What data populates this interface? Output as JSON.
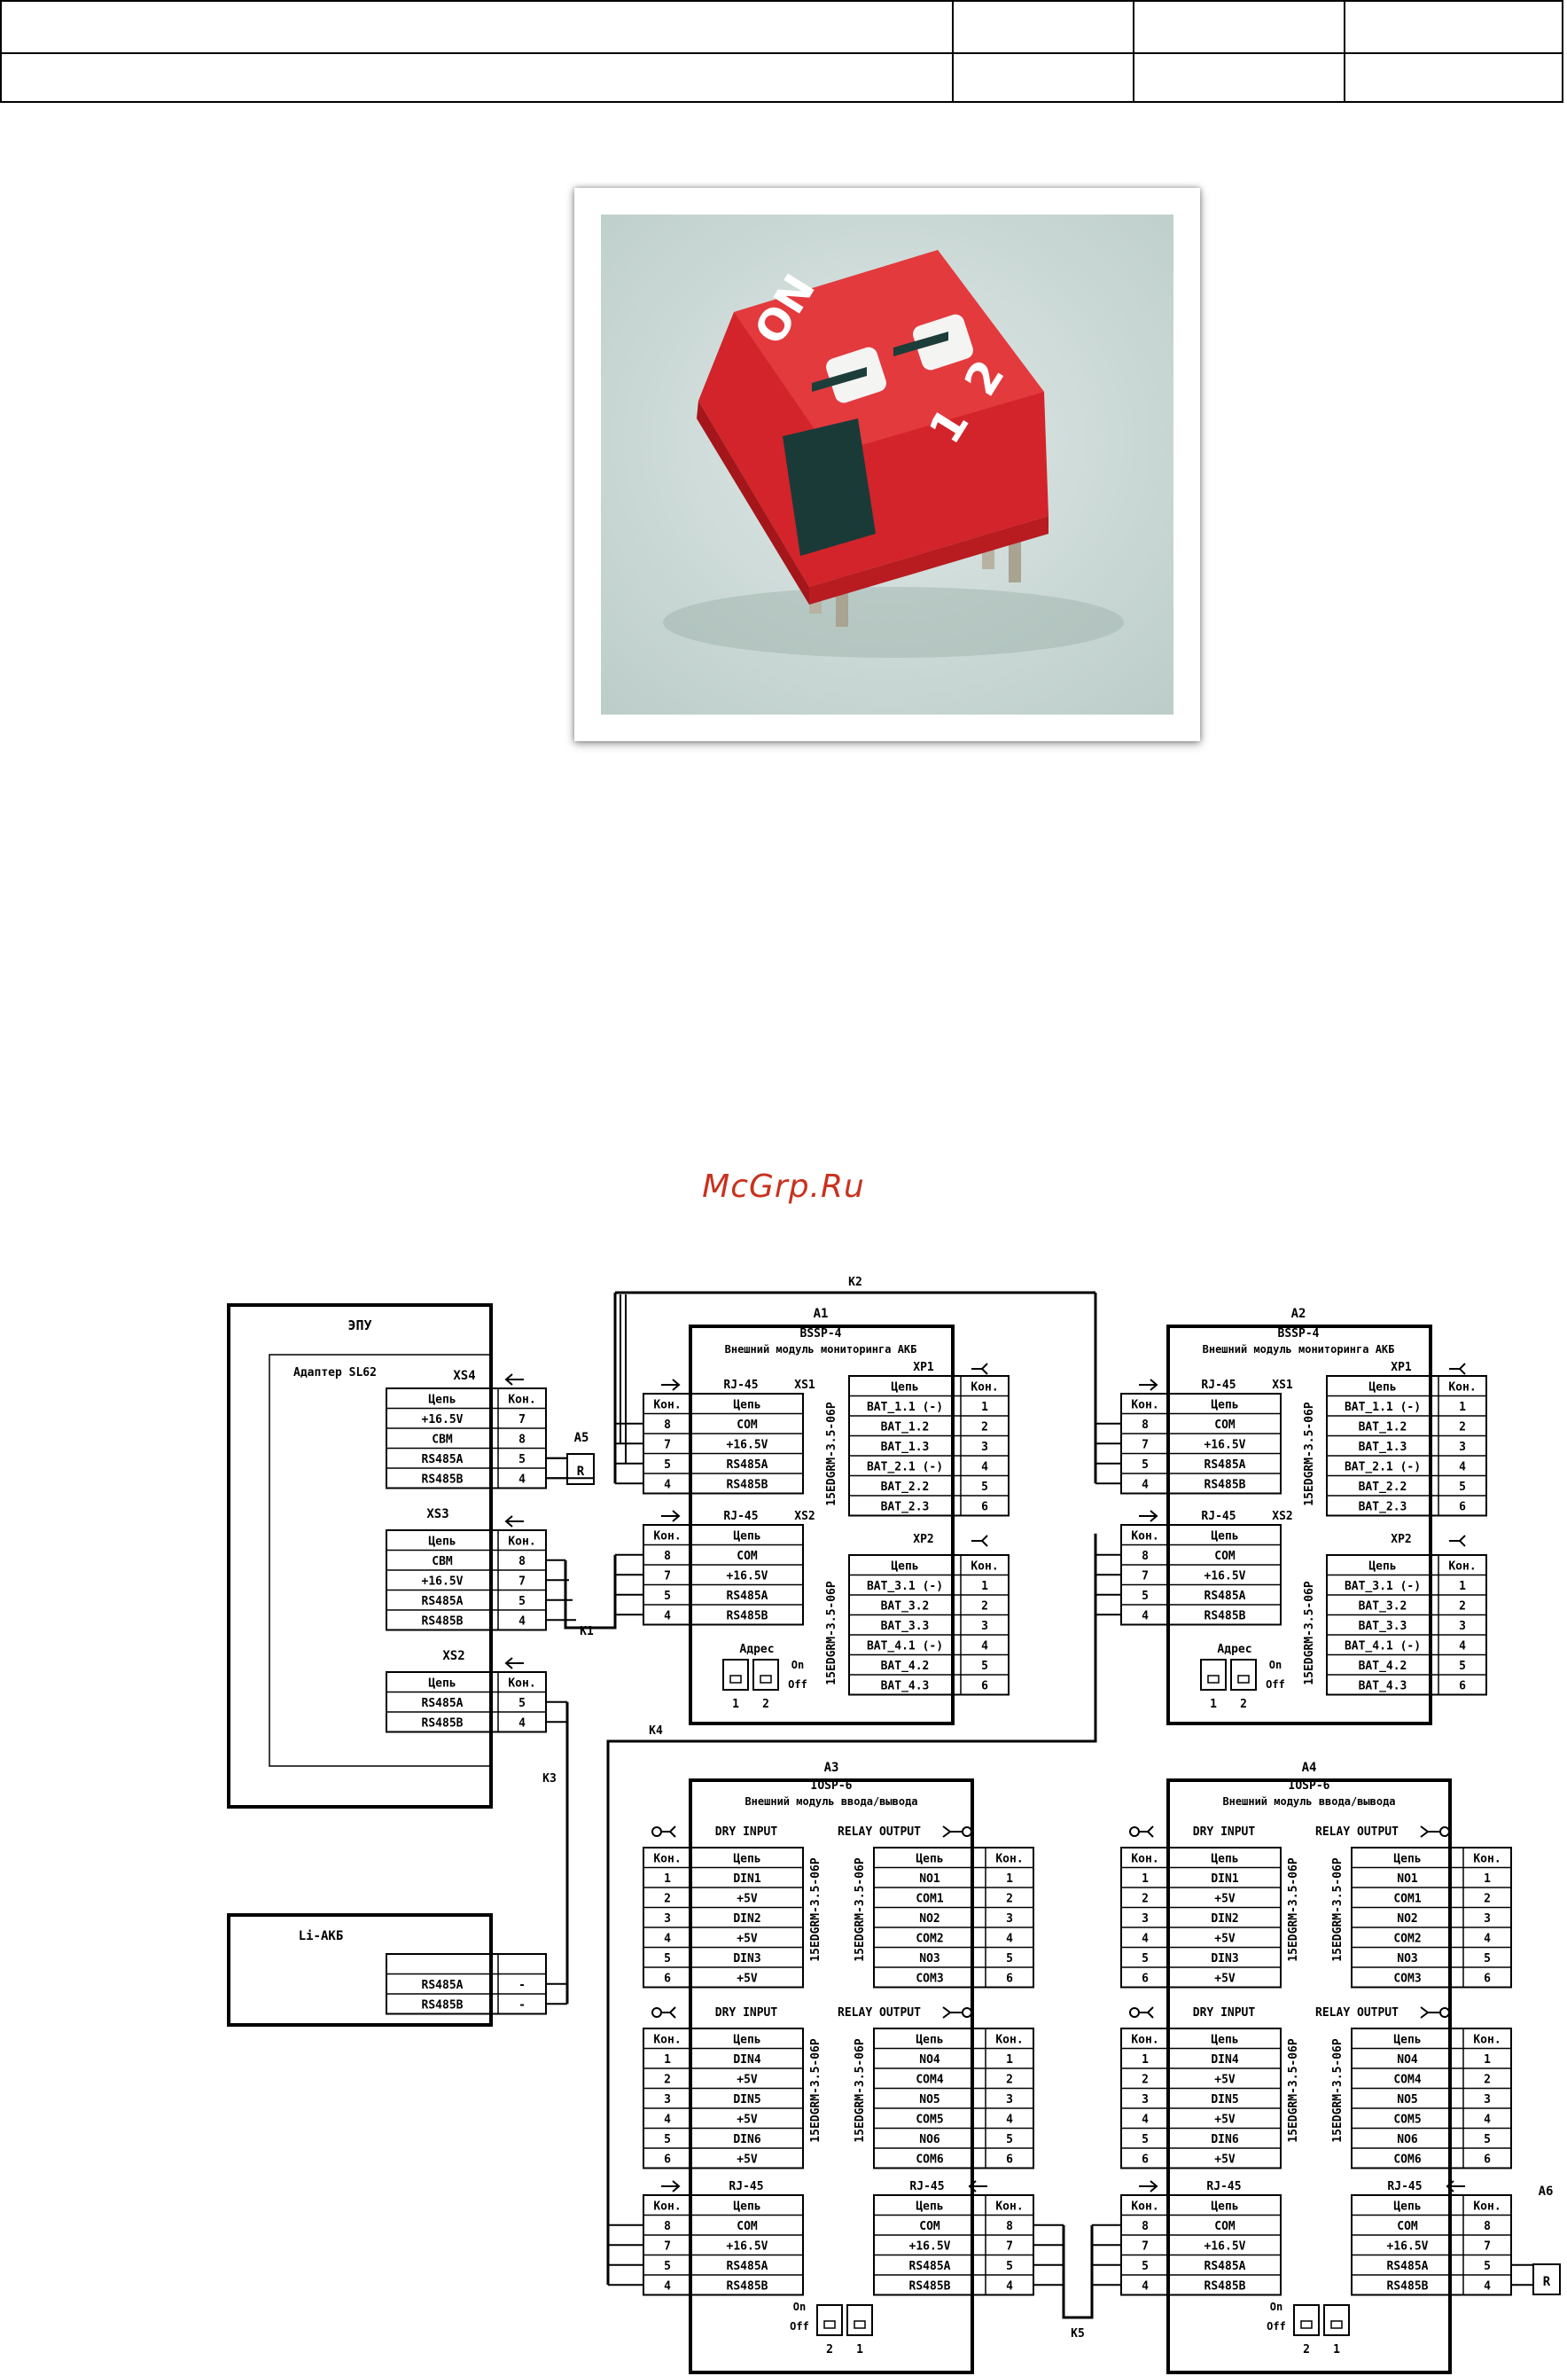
{
  "watermark": "McGrp.Ru",
  "photo": {
    "on_text": "ON",
    "switch_numbers": [
      "1",
      "2"
    ]
  },
  "labels": {
    "epu": "ЭПУ",
    "adapter": "Адаптер SL62",
    "li_akb": "Li-АКБ",
    "tsep": "Цепь",
    "kon": "Кон.",
    "rj45": "RJ-45",
    "address": "Адрес",
    "on": "On",
    "off": "Off",
    "connector_15": "15EDGRM-3.5-06P",
    "dry_input": "DRY INPUT",
    "relay_output": "RELAY OUTPUT",
    "resistor": "R",
    "dash": "-"
  },
  "cables": {
    "k1": "K1",
    "k2": "K2",
    "k3": "K3",
    "k4": "K4",
    "k5": "K5"
  },
  "designators": {
    "a1": "A1",
    "a2": "A2",
    "a3": "A3",
    "a4": "A4",
    "a5": "A5",
    "a6": "A6"
  },
  "modules": {
    "bssp": {
      "name": "BSSP-4",
      "desc": "Внешний модуль мониторинга АКБ"
    },
    "iosp": {
      "name": "IOSP-6",
      "desc": "Внешний модуль ввода/вывода"
    }
  },
  "connectors": {
    "xs1": "XS1",
    "xs2": "XS2",
    "xs3": "XS3",
    "xs4": "XS4",
    "xp1": "XP1",
    "xp2": "XP2"
  },
  "tables": {
    "epu_xs4": [
      [
        "+16.5V",
        "7"
      ],
      [
        "СВМ",
        "8"
      ],
      [
        "RS485A",
        "5"
      ],
      [
        "RS485B",
        "4"
      ]
    ],
    "epu_xs3": [
      [
        "СВМ",
        "8"
      ],
      [
        "+16.5V",
        "7"
      ],
      [
        "RS485A",
        "5"
      ],
      [
        "RS485B",
        "4"
      ]
    ],
    "epu_xs2": [
      [
        "RS485A",
        "5"
      ],
      [
        "RS485B",
        "4"
      ]
    ],
    "li_akb": [
      [
        "RS485A",
        "-"
      ],
      [
        "RS485B",
        "-"
      ]
    ],
    "rj45_bssp": [
      [
        "8",
        "COM"
      ],
      [
        "7",
        "+16.5V"
      ],
      [
        "5",
        "RS485A"
      ],
      [
        "4",
        "RS485B"
      ]
    ],
    "xp1": [
      [
        "BAT_1.1 (-)",
        "1"
      ],
      [
        "BAT_1.2",
        "2"
      ],
      [
        "BAT_1.3",
        "3"
      ],
      [
        "BAT_2.1 (-)",
        "4"
      ],
      [
        "BAT_2.2",
        "5"
      ],
      [
        "BAT_2.3",
        "6"
      ]
    ],
    "xp2": [
      [
        "BAT_3.1 (-)",
        "1"
      ],
      [
        "BAT_3.2",
        "2"
      ],
      [
        "BAT_3.3",
        "3"
      ],
      [
        "BAT_4.1 (-)",
        "4"
      ],
      [
        "BAT_4.2",
        "5"
      ],
      [
        "BAT_4.3",
        "6"
      ]
    ],
    "dry1": [
      [
        "1",
        "DIN1"
      ],
      [
        "2",
        "+5V"
      ],
      [
        "3",
        "DIN2"
      ],
      [
        "4",
        "+5V"
      ],
      [
        "5",
        "DIN3"
      ],
      [
        "6",
        "+5V"
      ]
    ],
    "relay1": [
      [
        "NO1",
        "1"
      ],
      [
        "COM1",
        "2"
      ],
      [
        "NO2",
        "3"
      ],
      [
        "COM2",
        "4"
      ],
      [
        "NO3",
        "5"
      ],
      [
        "COM3",
        "6"
      ]
    ],
    "dry2": [
      [
        "1",
        "DIN4"
      ],
      [
        "2",
        "+5V"
      ],
      [
        "3",
        "DIN5"
      ],
      [
        "4",
        "+5V"
      ],
      [
        "5",
        "DIN6"
      ],
      [
        "6",
        "+5V"
      ]
    ],
    "relay2": [
      [
        "NO4",
        "1"
      ],
      [
        "COM4",
        "2"
      ],
      [
        "NO5",
        "3"
      ],
      [
        "COM5",
        "4"
      ],
      [
        "NO6",
        "5"
      ],
      [
        "COM6",
        "6"
      ]
    ],
    "rj45_iosp_in": [
      [
        "8",
        "COM"
      ],
      [
        "7",
        "+16.5V"
      ],
      [
        "5",
        "RS485A"
      ],
      [
        "4",
        "RS485B"
      ]
    ],
    "rj45_iosp_out": [
      [
        "COM",
        "8"
      ],
      [
        "+16.5V",
        "7"
      ],
      [
        "RS485A",
        "5"
      ],
      [
        "RS485B",
        "4"
      ]
    ]
  }
}
